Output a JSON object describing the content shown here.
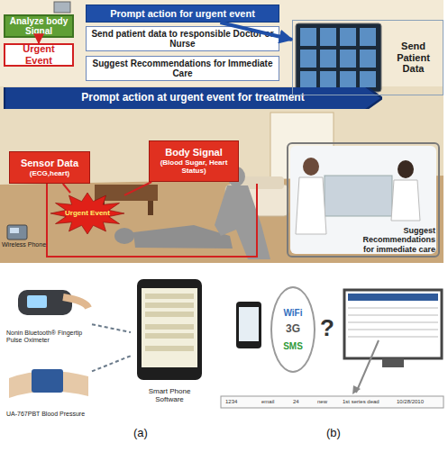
{
  "diagram": {
    "nodes": [
      {
        "text": [
          "Analyze body Signal"
        ]
      },
      {
        "text": [
          "Urgent Event"
        ]
      },
      {
        "text": [
          "Prompt action for urgent event"
        ]
      },
      {
        "text": [
          "Send patient data to responsible Doctor or Nurse"
        ]
      },
      {
        "text": [
          "Suggest Recommendations for Immediate Care"
        ]
      },
      {
        "text": [
          "Prompt action at urgent event for treatment"
        ]
      },
      {
        "text": [
          "Send Patient Data"
        ]
      },
      {
        "text": [
          "Sensor Data",
          "(ECG,heart)"
        ]
      },
      {
        "text": [
          "Body Signal",
          "(Blood Sugar, Heart Status)"
        ]
      },
      {
        "text": [
          "Urgent Event"
        ]
      },
      {
        "text": [
          "Suggest Recommendations for immediate care"
        ]
      },
      {
        "text": [
          "Nonin Bluetooth® Fingertip Pulse Oximeter"
        ]
      },
      {
        "text": [
          "UA-767PBT Blood Pressure"
        ]
      },
      {
        "text": [
          "Smart Phone Software"
        ]
      },
      {
        "text": [
          "WiFi",
          "3G",
          "SMS"
        ]
      }
    ],
    "edges": [
      {
        "from": 0,
        "to": 1,
        "arrow": "to"
      },
      {
        "from": 2,
        "to": 6,
        "arrow": "to"
      },
      {
        "from": 7,
        "to": 9,
        "arrow": "none"
      },
      {
        "from": 8,
        "to": 9,
        "arrow": "none"
      },
      {
        "from": 11,
        "to": 13,
        "arrow": "none"
      },
      {
        "from": 12,
        "to": 13,
        "arrow": "none"
      }
    ],
    "labels": [
      "Wireless Phone",
      "?",
      "(a)",
      "(b)",
      "1234",
      "email",
      "24",
      "new",
      "1st series dead",
      "10/28/2010"
    ]
  }
}
